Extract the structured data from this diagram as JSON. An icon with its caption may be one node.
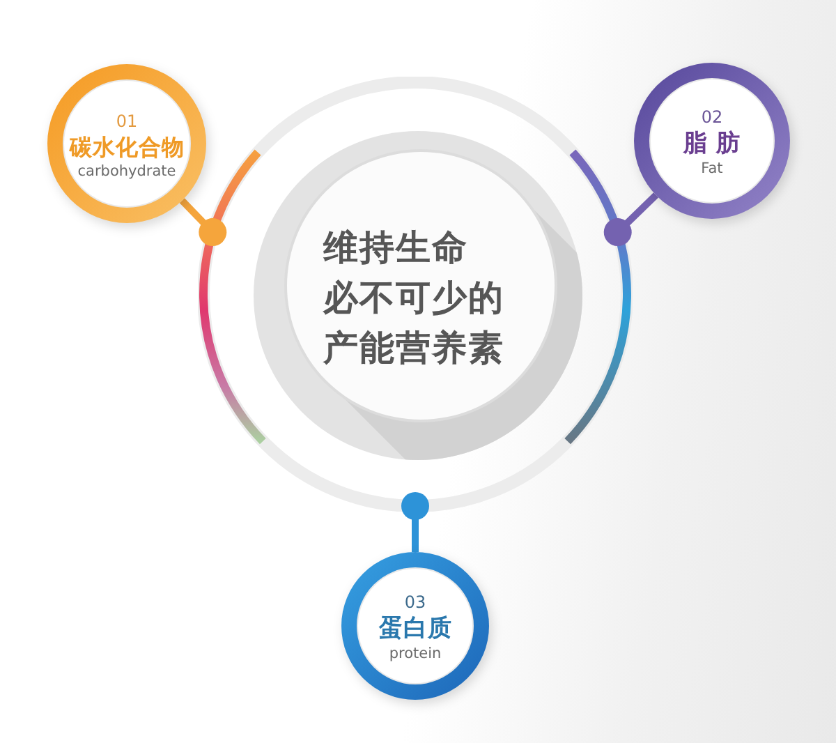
{
  "diagram": {
    "nodes": [
      {
        "text": [
          "01",
          "碳水化合物",
          "carbohydrate"
        ]
      },
      {
        "text": [
          "02",
          "脂 肪",
          "Fat"
        ]
      },
      {
        "text": [
          "维持生命必不可少的产能营养素"
        ]
      },
      {
        "text": [
          "03",
          "蛋白质",
          "protein"
        ]
      }
    ],
    "edges": [
      {
        "from": 2,
        "to": 0,
        "arrow": "other",
        "color": "#f5a53c"
      },
      {
        "from": 2,
        "to": 1,
        "arrow": "other",
        "color": "#7462b0"
      },
      {
        "from": 2,
        "to": 3,
        "arrow": "other",
        "color": "#2d93d8"
      }
    ]
  }
}
